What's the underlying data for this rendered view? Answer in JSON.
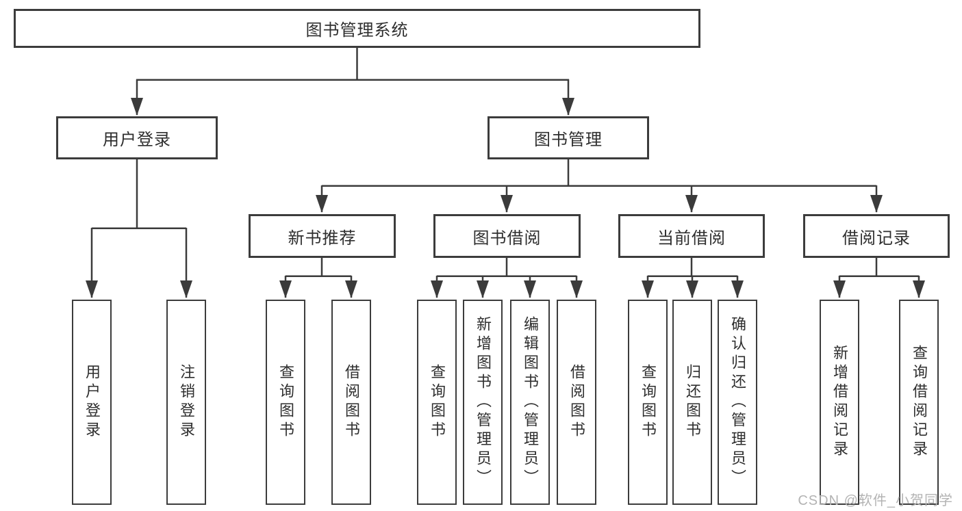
{
  "diagram": {
    "root": "图书管理系统",
    "level2": [
      "用户登录",
      "图书管理"
    ],
    "level3": [
      "新书推荐",
      "图书借阅",
      "当前借阅",
      "借阅记录"
    ],
    "leaves": {
      "user_login": [
        "用户登录",
        "注销登录"
      ],
      "new_book": [
        "查询图书",
        "借阅图书"
      ],
      "book_borrow": [
        "查询图书",
        "新增图书（管理员）",
        "编辑图书（管理员）",
        "借阅图书"
      ],
      "current_borrow": [
        "查询图书",
        "归还图书",
        "确认归还（管理员）"
      ],
      "borrow_record": [
        "新增借阅记录",
        "查询借阅记录"
      ]
    },
    "colors": {
      "line": "#3b3b3b",
      "box_border": "#3c3c3c",
      "text": "#2e2e2e",
      "watermark": "#b3b3b3"
    },
    "watermark": "CSDN @软件_小贺同学"
  }
}
